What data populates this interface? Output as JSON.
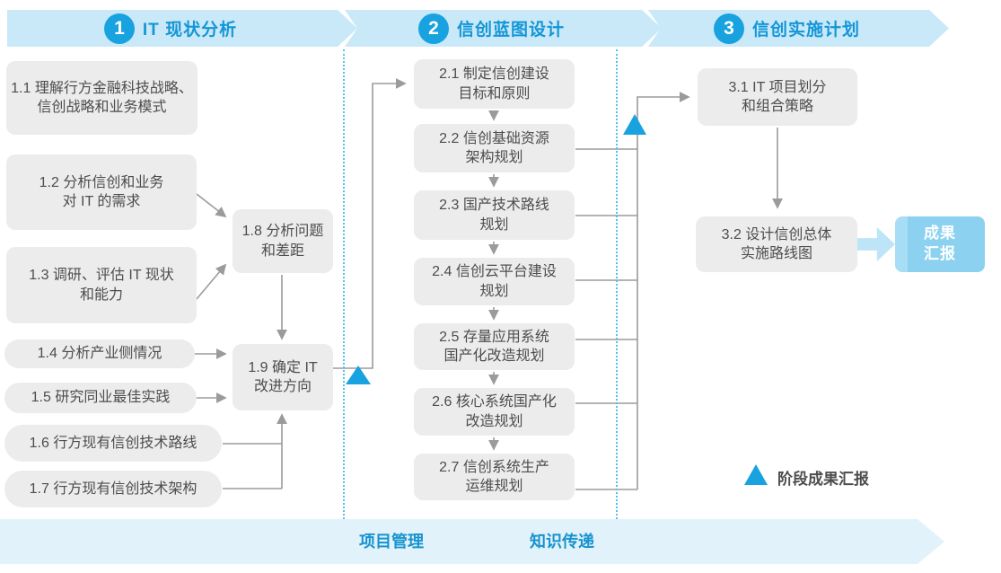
{
  "phases": [
    {
      "number": "1",
      "title": "IT 现状分析",
      "steps": [
        {
          "text": "1.1 理解行方金融科技战略、\n信创战略和业务模式"
        },
        {
          "text": "1.2 分析信创和业务\n对 IT 的需求"
        },
        {
          "text": "1.3 调研、评估 IT 现状\n和能力"
        },
        {
          "text": "1.4 分析产业侧情况"
        },
        {
          "text": "1.5 研究同业最佳实践"
        },
        {
          "text": "1.6 行方现有信创技术路线"
        },
        {
          "text": "1.7 行方现有信创技术架构"
        },
        {
          "text": "1.8 分析问题\n和差距"
        },
        {
          "text": "1.9 确定 IT\n改进方向"
        }
      ]
    },
    {
      "number": "2",
      "title": "信创蓝图设计",
      "steps": [
        {
          "text": "2.1 制定信创建设\n目标和原则"
        },
        {
          "text": "2.2 信创基础资源\n架构规划"
        },
        {
          "text": "2.3 国产技术路线\n规划"
        },
        {
          "text": "2.4 信创云平台建设\n规划"
        },
        {
          "text": "2.5 存量应用系统\n国产化改造规划"
        },
        {
          "text": "2.6 核心系统国产化\n改造规划"
        },
        {
          "text": "2.7 信创系统生产\n运维规划"
        }
      ]
    },
    {
      "number": "3",
      "title": "信创实施计划",
      "steps": [
        {
          "text": "3.1 IT 项目划分\n和组合策略"
        },
        {
          "text": "3.2 设计信创总体\n实施路线图"
        }
      ]
    }
  ],
  "deliverable": {
    "label": "成果\n汇报"
  },
  "legend": {
    "label": "阶段成果汇报"
  },
  "footer": {
    "labels": [
      "项目管理",
      "知识传递"
    ]
  },
  "colors": {
    "accent_blue": "#18A2DF",
    "phase_banner_bg": "#C9E9F8",
    "footer_banner_bg": "#E2F2FB",
    "step_box_bg": "#ECECEC",
    "step_text_gray": "#4D4D4D",
    "deliverable_bg": "#8CD2F0",
    "deliverable_arrow": "#BDE4F7",
    "connector_gray": "#9B9B9B",
    "title_blue": "#1596D6"
  }
}
